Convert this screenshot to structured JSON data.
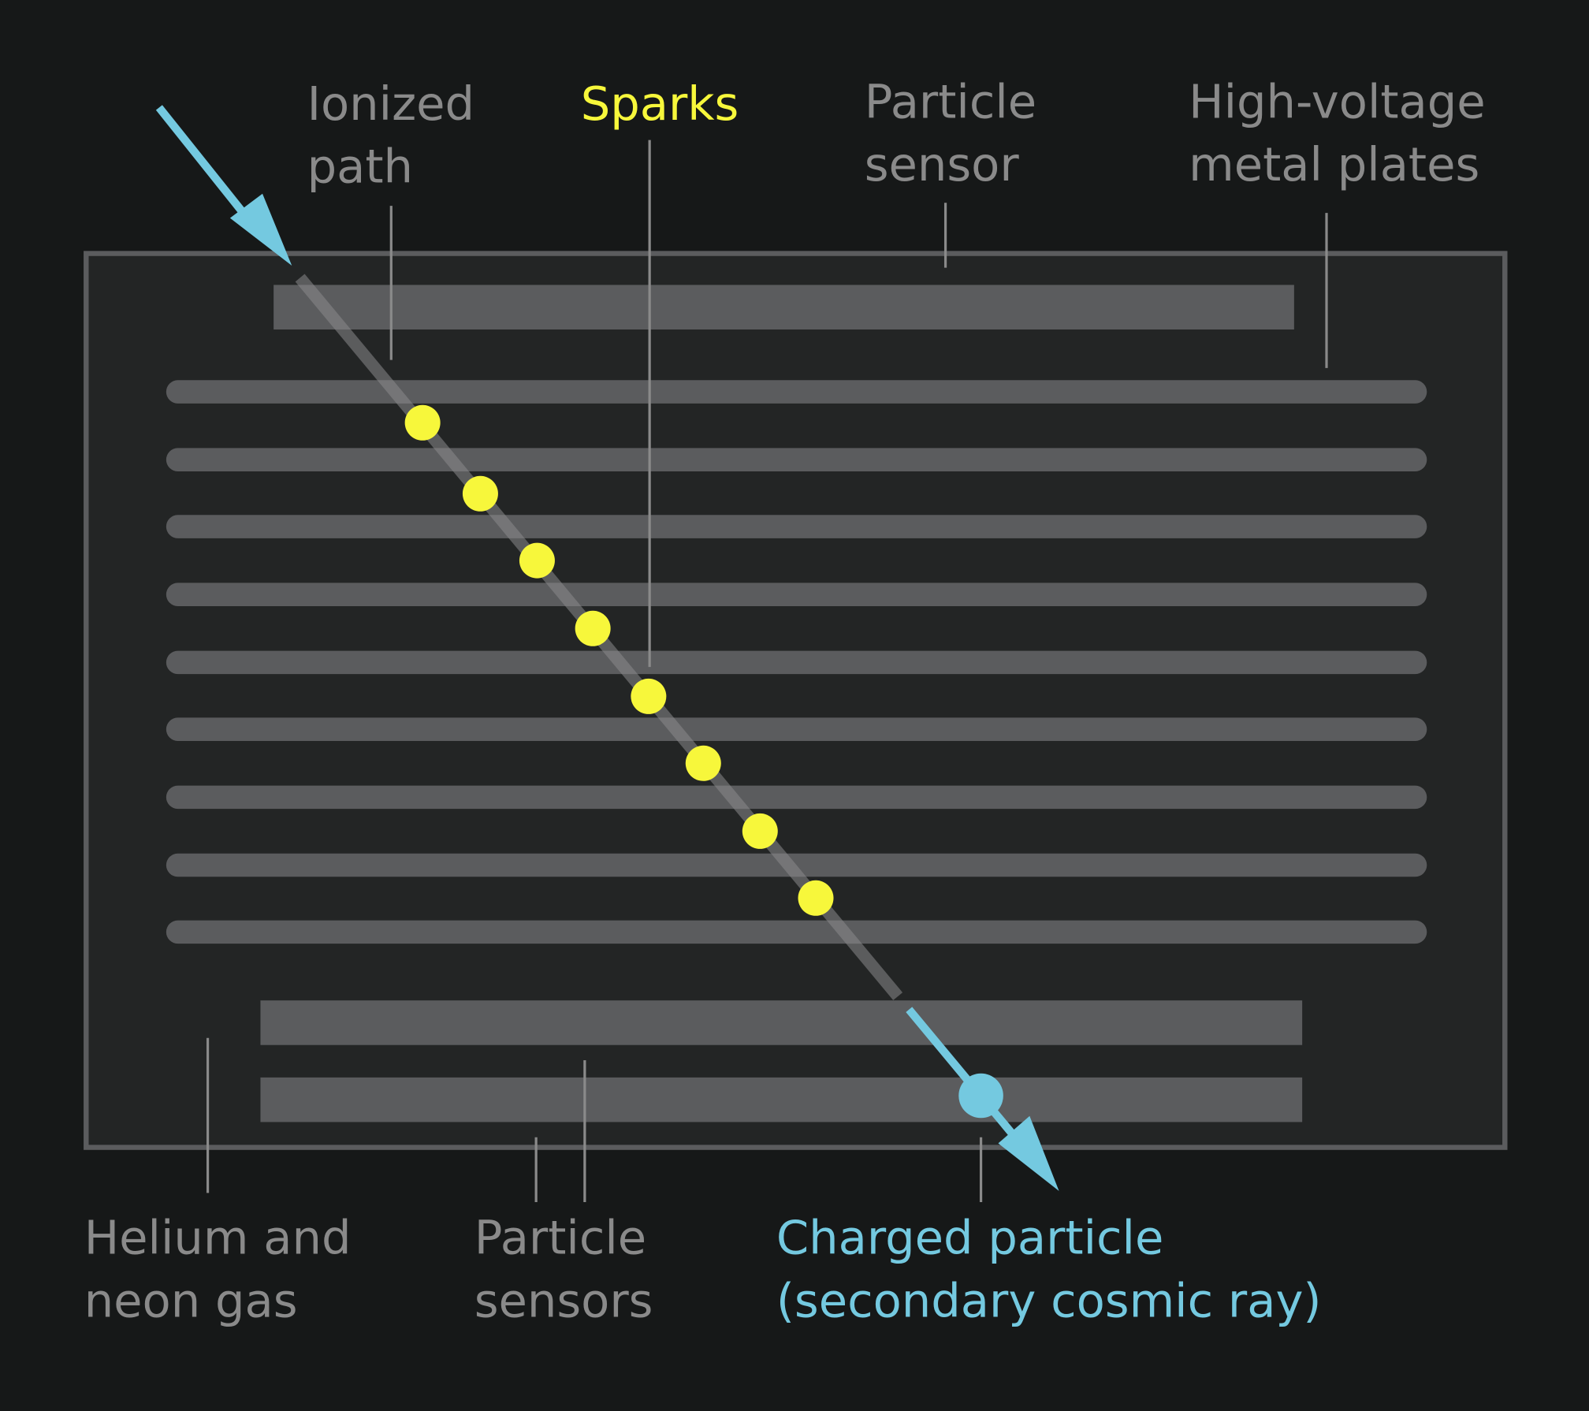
{
  "colors": {
    "background": "#161818",
    "chamber_fill": "#232525",
    "chamber_border": "#5b5c5e",
    "plate": "#5b5c5e",
    "label_gray": "#8a8a8a",
    "leader_line": "#8a8a8a",
    "spark": "#f7f73b",
    "particle": "#74c9e0",
    "ionized_path": "#6a6b6d"
  },
  "labels": {
    "ionized_path": [
      "Ionized",
      "path"
    ],
    "sparks": [
      "Sparks"
    ],
    "particle_sensor_top": [
      "Particle",
      "sensor"
    ],
    "high_voltage_plates": [
      "High-voltage",
      "metal plates"
    ],
    "helium_neon_gas": [
      "Helium and",
      "neon gas"
    ],
    "particle_sensors_bottom": [
      "Particle",
      "sensors"
    ],
    "charged_particle": [
      "Charged particle",
      "(secondary cosmic ray)"
    ]
  },
  "diagram": {
    "plate_count": 9,
    "spark_count": 8,
    "sensor_top_count": 1,
    "sensor_bottom_count": 2
  }
}
